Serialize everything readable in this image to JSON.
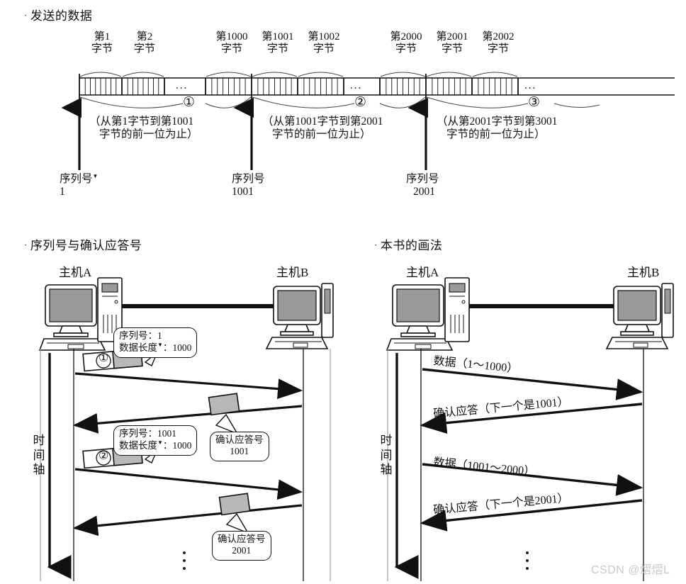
{
  "sections": {
    "top": {
      "bullet": "·",
      "title": "发送的数据"
    },
    "left": {
      "bullet": "·",
      "title": "序列号与确认应答号"
    },
    "right": {
      "bullet": "·",
      "title": "本书的画法"
    }
  },
  "byte_ruler": {
    "unit_suffix": "字节",
    "cells": [
      {
        "id": "b1",
        "top": "第1",
        "bottom": "字节"
      },
      {
        "id": "b2",
        "top": "第2",
        "bottom": "字节"
      },
      {
        "id": "b1000",
        "top": "第1000",
        "bottom": "字节"
      },
      {
        "id": "b1001",
        "top": "第1001",
        "bottom": "字节"
      },
      {
        "id": "b1002",
        "top": "第1002",
        "bottom": "字节"
      },
      {
        "id": "b2000",
        "top": "第2000",
        "bottom": "字节"
      },
      {
        "id": "b2001",
        "top": "第2001",
        "bottom": "字节"
      },
      {
        "id": "b2002",
        "top": "第2002",
        "bottom": "字节"
      }
    ],
    "ellipsis": "...",
    "segments": [
      {
        "marker": "①",
        "note_line1": "（从第1字节到第1001",
        "note_line2": "字节的前一位为止）",
        "seq_label": "序列号",
        "seq_tri": "▼",
        "seq_value": "1"
      },
      {
        "marker": "②",
        "note_line1": "（从第1001字节到第2001",
        "note_line2": "字节的前一位为止）",
        "seq_label": "序列号",
        "seq_tri": "",
        "seq_value": "1001"
      },
      {
        "marker": "③",
        "note_line1": "（从第2001字节到第3001",
        "note_line2": "字节的前一位为止）",
        "seq_label": "序列号",
        "seq_tri": "",
        "seq_value": "2001"
      }
    ]
  },
  "left_diagram": {
    "host_a": "主机A",
    "host_b": "主机B",
    "time_axis": "时\n间\n轴",
    "time_axis_chars": [
      "时",
      "间",
      "轴"
    ],
    "packets": [
      {
        "marker": "①",
        "bubble_line1": "序列号：1",
        "bubble_line2_label": "数据长度",
        "bubble_line2_tri": "▼",
        "bubble_line2_value": "：1000"
      },
      {
        "marker": "②",
        "bubble_line1": "序列号：1001",
        "bubble_line2_label": "数据长度",
        "bubble_line2_tri": "▼",
        "bubble_line2_value": "：1000"
      }
    ],
    "acks": [
      {
        "label": "确认应答号",
        "value": "1001"
      },
      {
        "label": "确认应答号",
        "value": "2001"
      }
    ]
  },
  "right_diagram": {
    "host_a": "主机A",
    "host_b": "主机B",
    "time_axis_chars": [
      "时",
      "间",
      "轴"
    ],
    "messages": [
      {
        "id": "data-1",
        "text": "数据（1～1000）",
        "dir": "right"
      },
      {
        "id": "ack-1",
        "text": "确认应答（下一个是1001）",
        "dir": "left"
      },
      {
        "id": "data-2",
        "text": "数据（1001～2000）",
        "dir": "right"
      },
      {
        "id": "ack-2",
        "text": "确认应答（下一个是2001）",
        "dir": "left"
      }
    ]
  },
  "watermark": "CSDN @熠熠L",
  "colors": {
    "ink": "#111111",
    "packet_gray": "#b8b8b8",
    "screen_gray": "#9a9a9a",
    "panel_border": "#8d8d8d"
  }
}
